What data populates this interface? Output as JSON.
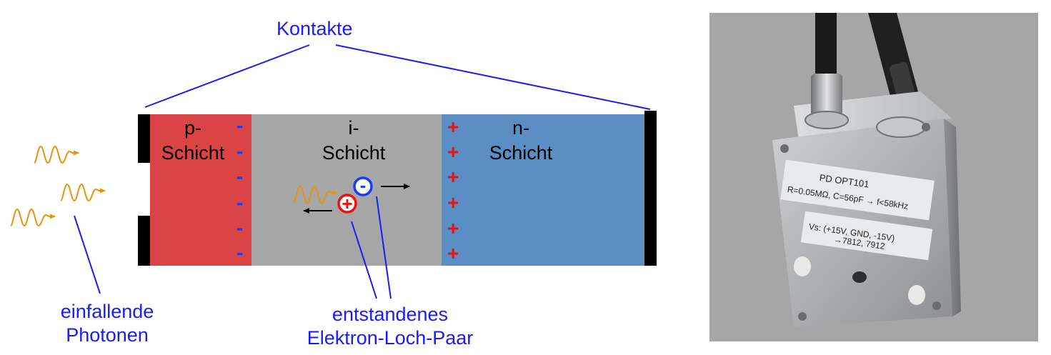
{
  "labels": {
    "contacts": "Kontakte",
    "p_layer_line1": "p-",
    "p_layer_line2": "Schicht",
    "i_layer_line1": "i-",
    "i_layer_line2": "Schicht",
    "n_layer_line1": "n-",
    "n_layer_line2": "Schicht",
    "photons_line1": "einfallende",
    "photons_line2": "Photonen",
    "pair_line1": "entstandenes",
    "pair_line2": "Elektron-Loch-Paar"
  },
  "symbols": {
    "minus": "-",
    "plus": "+",
    "hole": "+",
    "electron": "-"
  },
  "photo": {
    "label_line1": "PD OPT101",
    "label_line2": "R=0.05MΩ, C=56pF → f<58kHz",
    "label_line3": "Vs: (+15V, GND, -15V)",
    "label_line4": "→7812, 7912"
  },
  "colors": {
    "p_layer": "#db4444",
    "i_layer": "#a6a6a6",
    "n_layer": "#5b8fc3",
    "contact": "#000000",
    "label_text": "#1a1aff",
    "photon": "#e6930f",
    "minus_sign": "#1a3cff",
    "plus_sign": "#ee1111"
  }
}
